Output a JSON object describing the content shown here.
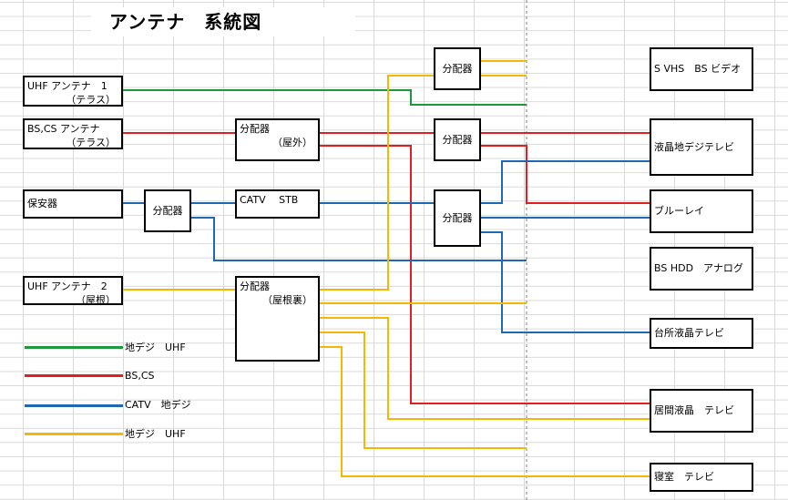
{
  "title": "アンテナ　系統図",
  "colors": {
    "green": "#1b9a3b",
    "red": "#e02020",
    "blue": "#1f68b5",
    "yellow": "#f5b800",
    "divider": "#7f7f7f"
  },
  "sources": {
    "uhf1": {
      "line1": "UHF アンテナ　1",
      "line2": "（テラス）"
    },
    "bscs": {
      "line1": "BS,CS アンテナ",
      "line2": "（テラス）"
    },
    "hoanki": {
      "label": "保安器"
    },
    "uhf2": {
      "line1": "UHF アンテナ　2",
      "line2": "（屋根）"
    }
  },
  "splitters": {
    "s_cable": {
      "label": "分配器"
    },
    "s_outdoor": {
      "line1": "分配器",
      "line2": "（屋外）"
    },
    "catv_stb": {
      "label": "CATV　 STB"
    },
    "s_attic": {
      "line1": "分配器",
      "line2": "（屋根裏）"
    },
    "s_right1": {
      "label": "分配器"
    },
    "s_right2": {
      "label": "分配器"
    },
    "s_right3": {
      "label": "分配器"
    }
  },
  "devices": {
    "svhs": {
      "label": "S VHS　BS ビデオ"
    },
    "lcd_tv": {
      "label": "液晶地デジテレビ"
    },
    "bluray": {
      "label": "ブルーレイ"
    },
    "bs_hdd": {
      "label": "BS HDD　アナログ"
    },
    "kitchen": {
      "label": "台所液晶テレビ"
    },
    "living": {
      "label": "居間液晶　テレビ"
    },
    "bedroom": {
      "label": "寝室　テレビ"
    }
  },
  "legend": [
    {
      "label": "地デジ　UHF",
      "color": "green"
    },
    {
      "label": "BS,CS",
      "color": "red"
    },
    {
      "label": "CATV　地デジ",
      "color": "blue"
    },
    {
      "label": "地デジ　UHF",
      "color": "yellow"
    }
  ]
}
